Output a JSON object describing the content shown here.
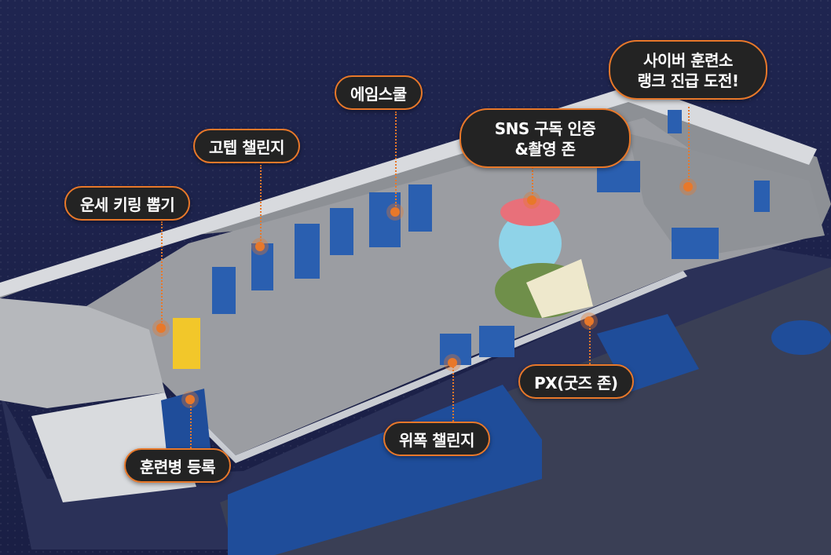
{
  "zones": [
    {
      "id": "fortune-keyring",
      "lines": [
        "운세 키링 뽑기"
      ]
    },
    {
      "id": "go-tap-challenge",
      "lines": [
        "고텝 챌린지"
      ]
    },
    {
      "id": "aim-school",
      "lines": [
        "에임스쿨"
      ]
    },
    {
      "id": "sns-photo-zone",
      "lines": [
        "SNS 구독 인증",
        "&촬영 존"
      ]
    },
    {
      "id": "cyber-training-center",
      "lines": [
        "사이버 훈련소",
        "랭크 진급 도전!"
      ]
    },
    {
      "id": "px-goods-zone",
      "lines": [
        "PX(굿즈 존)"
      ]
    },
    {
      "id": "wipeok-challenge",
      "lines": [
        "위폭 챌린지"
      ]
    },
    {
      "id": "recruit-registration",
      "lines": [
        "훈련병 등록"
      ]
    }
  ],
  "colors": {
    "accent": "#e8782a",
    "label_bg": "#232323",
    "background": "#1c2149",
    "floor": "#9a9ca1",
    "booth_blue": "#2a5fb0"
  }
}
